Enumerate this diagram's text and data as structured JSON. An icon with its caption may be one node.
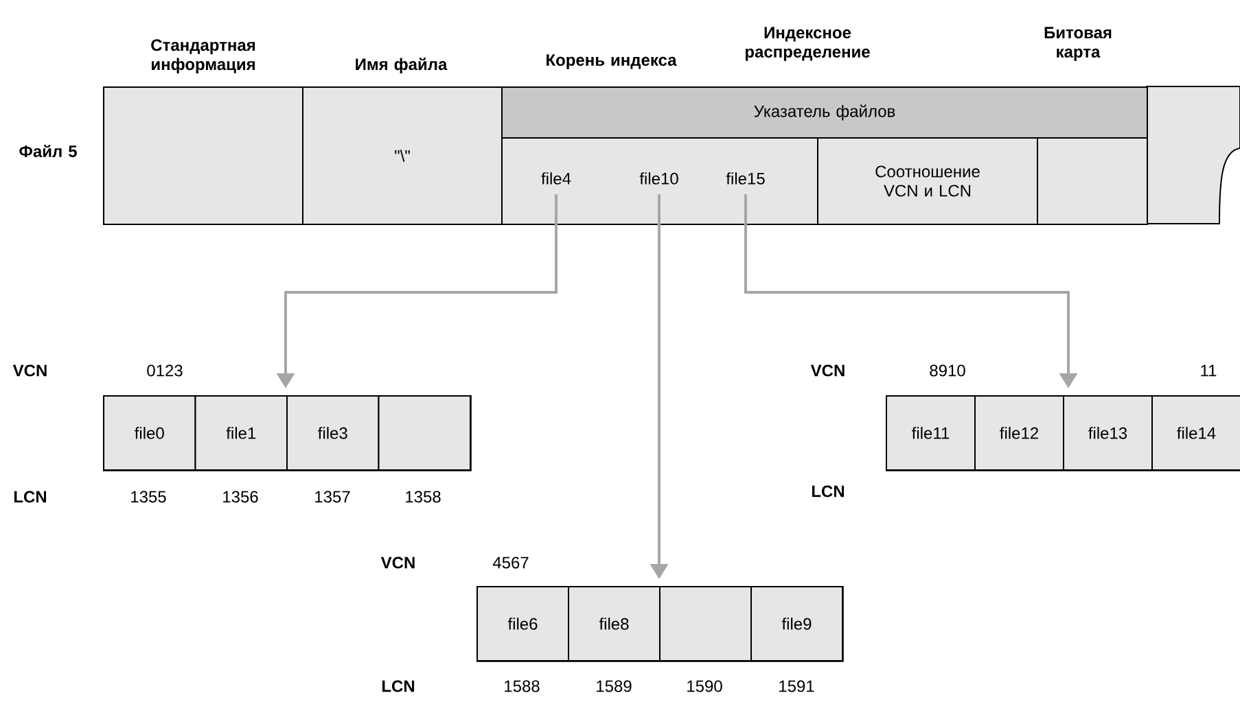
{
  "diagram": {
    "nodes": [
      {
        "text": [
          "Стандартная информация"
        ]
      },
      {
        "text": [
          "Имя файла",
          "\"\\\""
        ]
      },
      {
        "text": [
          "Указатель файлов"
        ]
      },
      {
        "text": [],
        "shape": "box"
      },
      {
        "text": [
          "file4"
        ],
        "in": 3
      },
      {
        "text": [
          "file10"
        ],
        "in": 3
      },
      {
        "text": [
          "file15"
        ],
        "in": 3
      },
      {
        "text": [
          "Соотношение VCN и LCN"
        ]
      },
      {
        "text": [],
        "shape": "box"
      },
      {
        "text": [],
        "shape": "box"
      },
      {
        "text": [
          "file0"
        ],
        "in": 9
      },
      {
        "text": [
          "file1"
        ],
        "in": 9
      },
      {
        "text": [
          "file3"
        ],
        "in": 9
      },
      {
        "text": [],
        "shape": "box",
        "in": 9
      },
      {
        "text": [],
        "shape": "box"
      },
      {
        "text": [
          "file11"
        ],
        "in": 14
      },
      {
        "text": [
          "file12"
        ],
        "in": 14
      },
      {
        "text": [
          "file13"
        ],
        "in": 14
      },
      {
        "text": [
          "file14"
        ],
        "in": 14
      },
      {
        "text": [],
        "shape": "box"
      },
      {
        "text": [
          "file6"
        ],
        "in": 19
      },
      {
        "text": [
          "file8"
        ],
        "in": 19
      },
      {
        "text": [],
        "shape": "box",
        "in": 19
      },
      {
        "text": [
          "file9"
        ],
        "in": 19
      }
    ],
    "edges": [
      {
        "from": 4,
        "to": 9,
        "arrow": "to"
      },
      {
        "from": 5,
        "to": 19,
        "arrow": "to"
      },
      {
        "from": 6,
        "to": 14,
        "arrow": "to"
      }
    ],
    "labels": [
      "Корень индекса",
      "Индексное распределение",
      "Битовая карта",
      "Файл 5",
      "VCN",
      "0123",
      "VCN",
      "8910",
      "11",
      "LCN",
      "1355",
      "1356",
      "1357",
      "1358",
      "LCN",
      "VCN",
      "4567",
      "LCN",
      "1588",
      "1589",
      "1590",
      "1591"
    ]
  }
}
